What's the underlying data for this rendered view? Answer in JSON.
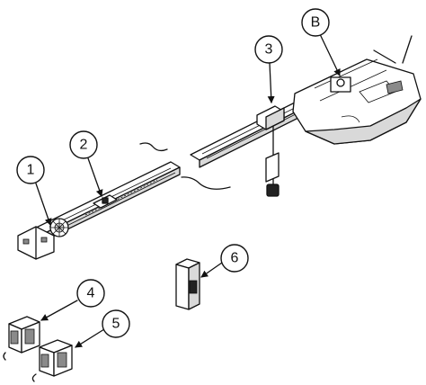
{
  "callouts": {
    "c1": "1",
    "c2": "2",
    "c3": "3",
    "cB": "B",
    "c4": "4",
    "c5": "5",
    "c6": "6"
  }
}
